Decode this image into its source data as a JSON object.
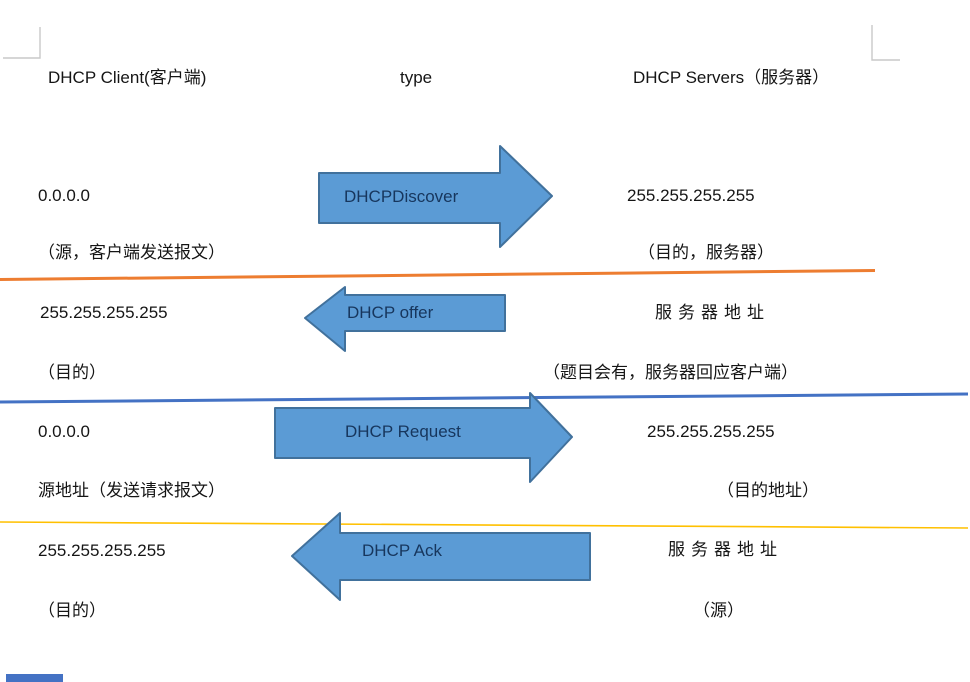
{
  "colors": {
    "arrow_fill": "#5b9bd5",
    "arrow_border": "#41719c",
    "arrow_text": "#17365d",
    "orange_line": "#ed7d31",
    "blue_line": "#4472c4",
    "yellow_line": "#ffc000",
    "corner_mark": "#c9c9c9",
    "text": "#151515",
    "bg": "#ffffff"
  },
  "header": {
    "client": "DHCP Client(客户端)",
    "type": "type",
    "server": "DHCP Servers（服务器）"
  },
  "rows": [
    {
      "client_value": "0.0.0.0",
      "client_note": "（源，客户端发送报文）",
      "arrow_label": "DHCPDiscover",
      "arrow_direction": "right",
      "server_value": "255.255.255.255",
      "server_note": "（目的，服务器）"
    },
    {
      "client_value": "255.255.255.255",
      "client_note": "（目的）",
      "arrow_label": "DHCP offer",
      "arrow_direction": "left",
      "server_value": "服务器地址",
      "server_note": "（题目会有，服务器回应客户端）"
    },
    {
      "client_value": "0.0.0.0",
      "client_note": "源地址（发送请求报文）",
      "arrow_label": "DHCP Request",
      "arrow_direction": "right",
      "server_value": "255.255.255.255",
      "server_note": "（目的地址）"
    },
    {
      "client_value": "255.255.255.255",
      "client_note": "（目的）",
      "arrow_label": "DHCP Ack",
      "arrow_direction": "left",
      "server_value": "服务器地址",
      "server_note": "（源）"
    }
  ]
}
